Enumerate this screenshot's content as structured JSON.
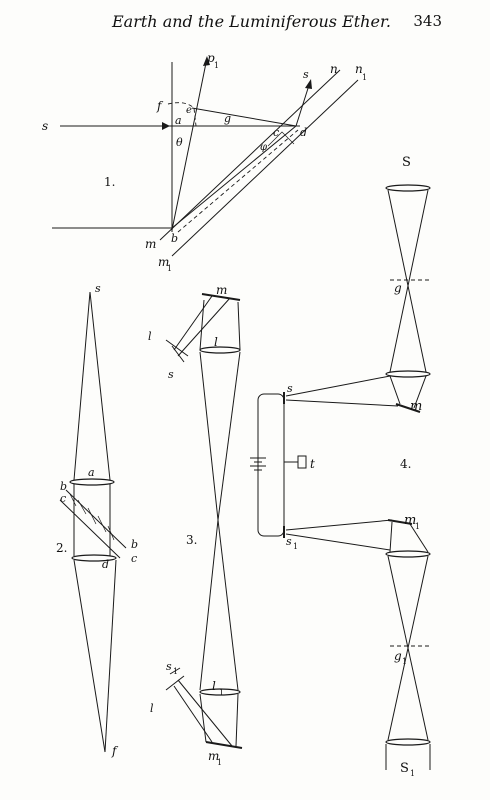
{
  "header": {
    "running_title": "Earth and the Luminiferous Ether.",
    "page_number": "343"
  },
  "figure1": {
    "number": "1.",
    "labels": {
      "s_left": "s",
      "p1": "p",
      "p1_sub": "1",
      "s_right": "s",
      "n": "n",
      "n1": "n",
      "n1_sub": "1",
      "f": "f",
      "e": "e",
      "a": "a",
      "g": "g",
      "c": "c",
      "d": "d",
      "theta": "θ",
      "phi": "φ",
      "m": "m",
      "b": "b",
      "m1": "m",
      "m1_sub": "1"
    }
  },
  "figure2": {
    "number": "2.",
    "labels": {
      "s": "s",
      "a": "a",
      "b_left": "b",
      "c_left": "c",
      "b_right": "b",
      "c_right": "c",
      "d": "d",
      "f": "f"
    }
  },
  "figure3": {
    "number": "3.",
    "labels": {
      "m": "m",
      "l_top": "l",
      "source_top": "l",
      "s_top": "s",
      "l1": "l",
      "l1_sub": "1",
      "s1": "s",
      "s1_sub": "1",
      "source_bottom": "l",
      "m1": "m",
      "m1_sub": "1"
    }
  },
  "figure4": {
    "number": "4.",
    "labels": {
      "S": "S",
      "g": "g",
      "s": "s",
      "m": "m",
      "t": "t",
      "s1": "s",
      "s1_sub": "1",
      "m1": "m",
      "m1_sub": "1",
      "g1": "g",
      "g1_sub": "1",
      "S1": "S",
      "S1_sub": "1"
    }
  }
}
